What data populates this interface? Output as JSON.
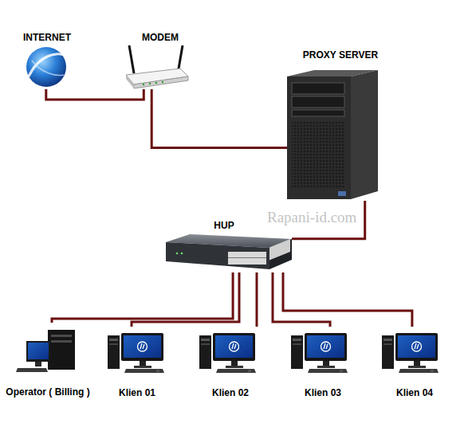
{
  "diagram": {
    "nodes": [
      {
        "text": [
          "INTERNET"
        ]
      },
      {
        "text": [
          "MODEM"
        ]
      },
      {
        "text": [
          "PROXY SERVER"
        ]
      },
      {
        "text": [
          "HUP"
        ]
      },
      {
        "text": [
          "Operator ( Billing )"
        ]
      },
      {
        "text": [
          "Klien 01"
        ]
      },
      {
        "text": [
          "Klien 02"
        ]
      },
      {
        "text": [
          "Klien 03"
        ]
      },
      {
        "text": [
          "Klien 04"
        ]
      }
    ],
    "edges": [
      {
        "from": 0,
        "to": 1,
        "arrow": "none"
      },
      {
        "from": 1,
        "to": 2,
        "arrow": "none"
      },
      {
        "from": 2,
        "to": 3,
        "arrow": "none"
      },
      {
        "from": 3,
        "to": 4,
        "arrow": "none"
      },
      {
        "from": 3,
        "to": 5,
        "arrow": "none"
      },
      {
        "from": 3,
        "to": 6,
        "arrow": "none"
      },
      {
        "from": 3,
        "to": 7,
        "arrow": "none"
      },
      {
        "from": 3,
        "to": 8,
        "arrow": "none"
      }
    ],
    "labels": [
      "Rapani-id.com"
    ]
  }
}
